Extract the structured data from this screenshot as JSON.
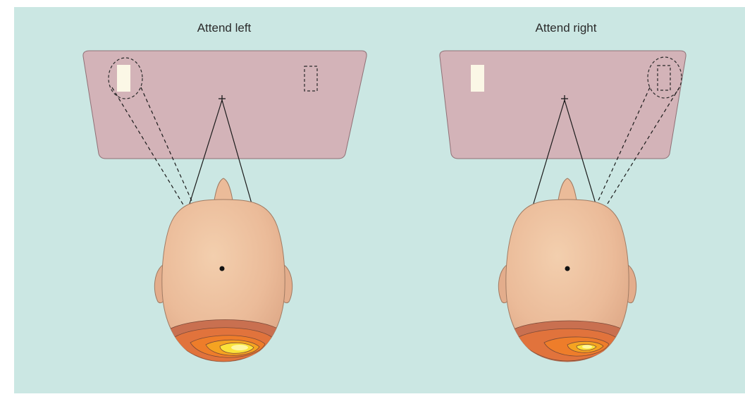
{
  "panels": [
    {
      "id": "left",
      "title": "Attend left",
      "attended_side": "left"
    },
    {
      "id": "right",
      "title": "Attend right",
      "attended_side": "right"
    }
  ],
  "colors": {
    "background": "#cbe7e3",
    "screen": "#d3b3b8",
    "screen_stroke": "#8f7076",
    "stimulus": "#fbf7e6",
    "head": "#ebbb99",
    "head_stroke": "#a07b63",
    "activation_scale": [
      "#c97050",
      "#e1733c",
      "#ee7d2a",
      "#f5a321",
      "#fbe23a",
      "#fdf6a0"
    ]
  }
}
